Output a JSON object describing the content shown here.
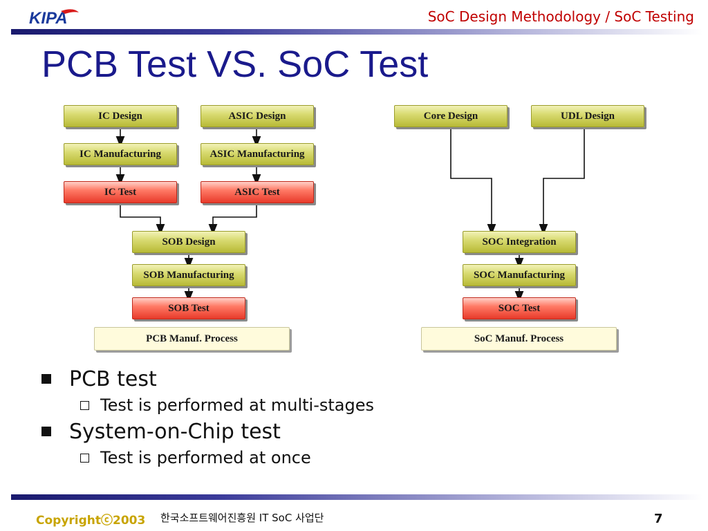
{
  "header": {
    "logo_text": "KIPA",
    "subtitle": "SoC Design Methodology / SoC Testing"
  },
  "slide": {
    "title": "PCB Test VS. SoC Test"
  },
  "pcb_flow": {
    "ic_design": "IC Design",
    "asic_design": "ASIC Design",
    "ic_manufacturing": "IC Manufacturing",
    "asic_manufacturing": "ASIC Manufacturing",
    "ic_test": "IC Test",
    "asic_test": "ASIC Test",
    "sob_design": "SOB Design",
    "sob_manufacturing": "SOB Manufacturing",
    "sob_test": "SOB Test",
    "process_label": "PCB Manuf. Process"
  },
  "soc_flow": {
    "core_design": "Core Design",
    "udl_design": "UDL Design",
    "soc_integration": "SOC Integration",
    "soc_manufacturing": "SOC Manufacturing",
    "soc_test": "SOC Test",
    "process_label": "SoC Manuf. Process"
  },
  "bullets": [
    {
      "text": "PCB test",
      "sub": "Test is performed at multi-stages"
    },
    {
      "text": "System-on-Chip test",
      "sub": "Test is performed at once"
    }
  ],
  "footer": {
    "copyright": "Copyrightⓒ2003",
    "org": "한국소프트웨어진흥원  IT SoC 사업단",
    "page_number": "7"
  },
  "colors": {
    "title": "#1a1a8c",
    "subtitle": "#c00000",
    "olive_box": "#d9db72",
    "red_box": "#ff7a66",
    "cream_box": "#fffbdc",
    "copyright": "#c8a400"
  }
}
